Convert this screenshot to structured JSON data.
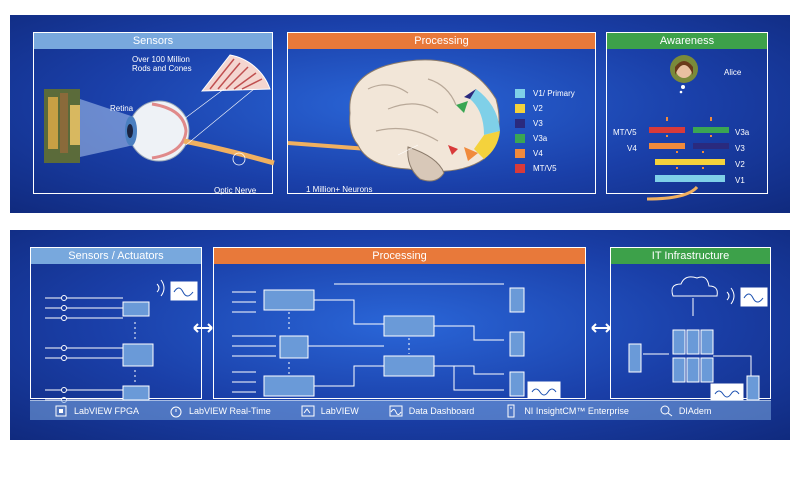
{
  "top": {
    "sensors": {
      "title": "Sensors",
      "rods_cones": "Over 100 Million\nRods and Cones",
      "retina": "Retina",
      "optic_nerve": "Optic Nerve"
    },
    "processing": {
      "title": "Processing",
      "neurons": "1 Million+ Neurons",
      "legend": [
        {
          "label": "V1/ Primary",
          "color": "#7fd0e8"
        },
        {
          "label": "V2",
          "color": "#f4d23c"
        },
        {
          "label": "V3",
          "color": "#2a2a7e"
        },
        {
          "label": "V3a",
          "color": "#3aa653"
        },
        {
          "label": "V4",
          "color": "#f08a3c"
        },
        {
          "label": "MT/V5",
          "color": "#d83a3a"
        }
      ]
    },
    "awareness": {
      "title": "Awareness",
      "alice": "Alice",
      "layers": {
        "mt": "MT/V5",
        "v3a": "V3a",
        "v4": "V4",
        "v3": "V3",
        "v2": "V2",
        "v1": "V1"
      }
    }
  },
  "bottom": {
    "sensors_actuators": {
      "title": "Sensors / Actuators"
    },
    "processing": {
      "title": "Processing"
    },
    "it": {
      "title": "IT Infrastructure"
    },
    "toolbar": [
      {
        "label": "LabVIEW FPGA",
        "icon": "fpga-chip-icon"
      },
      {
        "label": "LabVIEW Real-Time",
        "icon": "stopwatch-icon"
      },
      {
        "label": "LabVIEW",
        "icon": "labview-icon"
      },
      {
        "label": "Data Dashboard",
        "icon": "waveform-icon"
      },
      {
        "label": "NI InsightCM™ Enterprise",
        "icon": "device-icon"
      },
      {
        "label": "DIAdem",
        "icon": "magnifier-icon"
      }
    ]
  }
}
